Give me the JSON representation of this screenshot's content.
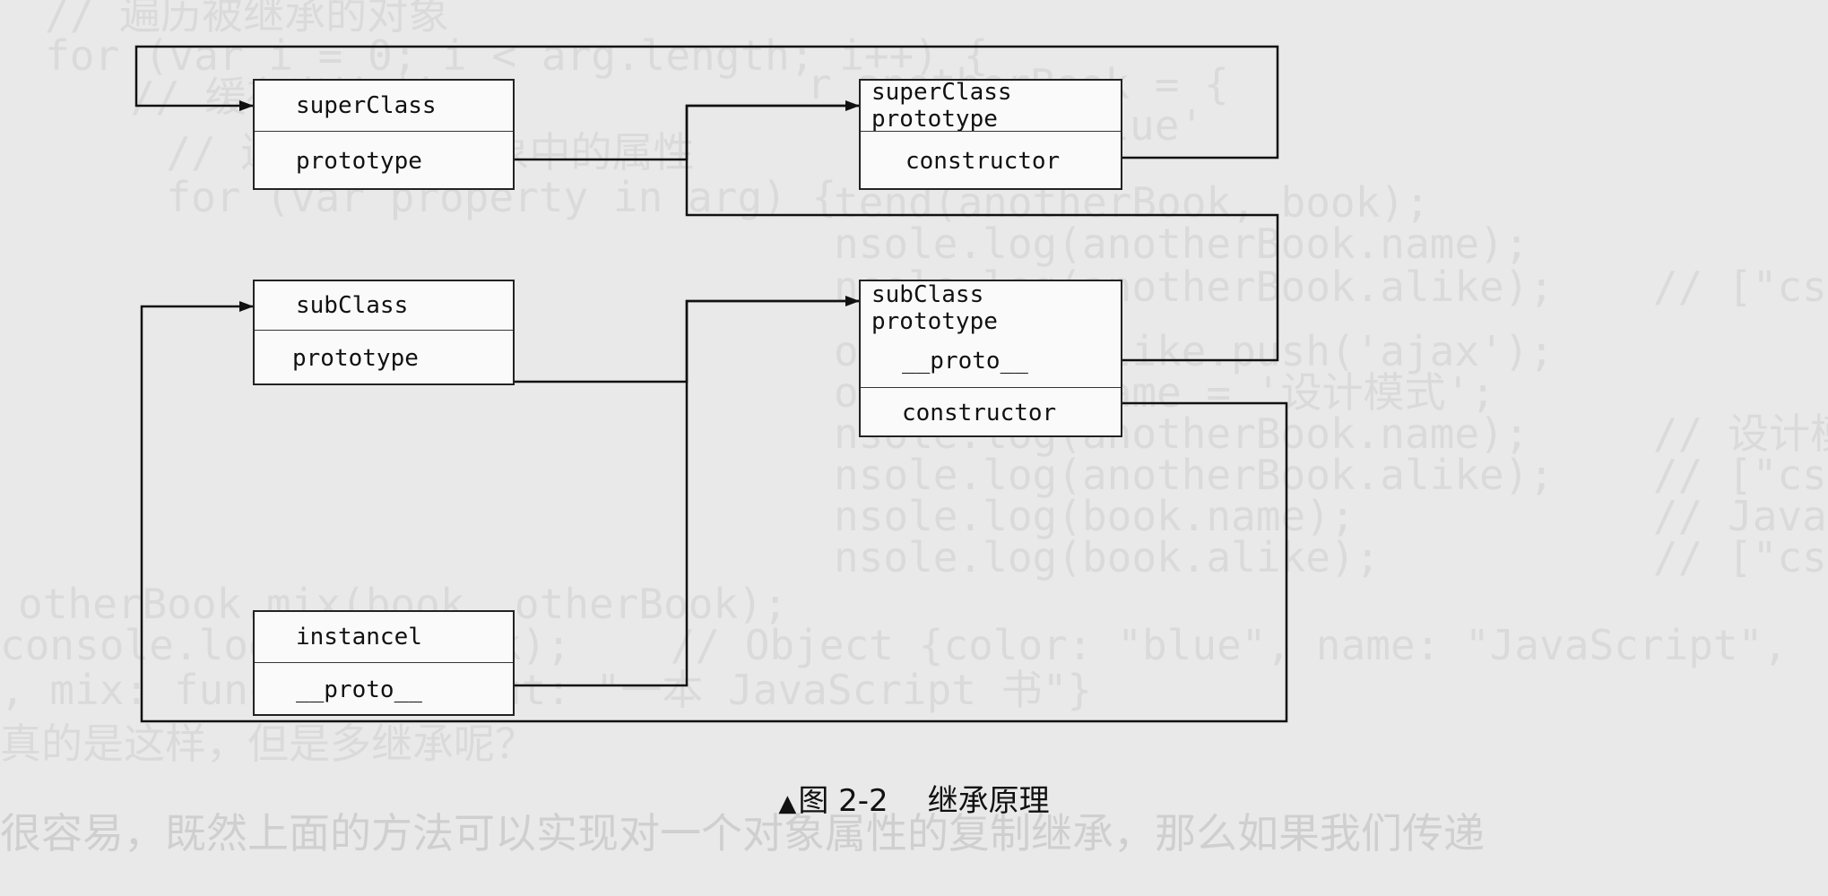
{
  "diagram": {
    "nodes": [
      {
        "id": "superClass",
        "cells": [
          "superClass",
          "prototype"
        ]
      },
      {
        "id": "superClassPrototype",
        "cells": [
          "superClass prototype",
          "constructor"
        ]
      },
      {
        "id": "subClass",
        "cells": [
          "subClass",
          "prototype"
        ]
      },
      {
        "id": "subClassPrototype",
        "cells": [
          "subClass prototype",
          "__proto__",
          "constructor"
        ]
      },
      {
        "id": "instance1",
        "cells": [
          "instancel",
          "__proto__"
        ]
      }
    ],
    "edges": [
      {
        "from": "superClass.prototype",
        "to": "superClassPrototype"
      },
      {
        "from": "superClassPrototype.constructor",
        "to": "superClass"
      },
      {
        "from": "subClass.prototype",
        "to": "subClassPrototype"
      },
      {
        "from": "subClassPrototype.__proto__",
        "to": "superClassPrototype"
      },
      {
        "from": "subClassPrototype.constructor",
        "to": "subClass"
      },
      {
        "from": "instance1.__proto__",
        "to": "subClassPrototype"
      }
    ],
    "line_color": "#111111",
    "box_fill": "#fafafa"
  },
  "caption": {
    "marker": "▲",
    "figure_number": "图 2-2",
    "title": "继承原理"
  },
  "background_text": [
    "// 遍历被继承的对象",
    "for (var i = 0; i < arg.length; i++) {",
    "  // 缓存当前对象",
    "r anotherBook = {",
    "  color : 'blue'",
    "  // 遍历被继承对象中的属性",
    "  for (var property in arg) {",
    "tend(anotherBook, book);",
    "nsole.log(anotherBook.name);",
    "nsole.log(anotherBook.alike);    // [\"css\", \"html\", \"JavaScript\"]",
    "otherBook.alike.push('ajax');",
    "otherBook.name = '设计模式';",
    "nsole.log(anotherBook.name);     // 设计模式",
    "nsole.log(anotherBook.alike);    // [\"css\", \"html\", \"JavaScript\", \"ajax\"]",
    "nsole.log(book.name);            // JavaScript 设计模式",
    "nsole.log(book.alike);           // [\"css\", \"html\", \"JavaScript\", \"ajax\"]",
    "otherBook.mix(book, otherBook);",
    "console.log(otherBook);    // Object {color: \"blue\", name: \"JavaScript\",",
    ", mix: function, about: \"一本 JavaScript 书\"}",
    "真的是这样，但是多继承呢？",
    "很容易，既然上面的方法可以实现对一个对象属性的复制继承，那么如果我们传递"
  ]
}
